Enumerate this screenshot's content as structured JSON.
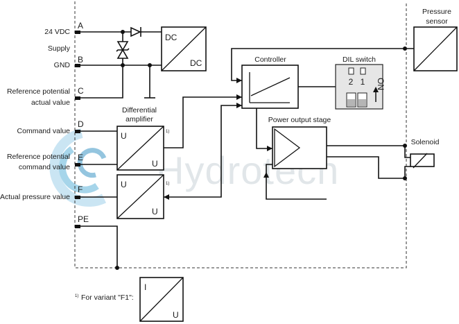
{
  "watermark": {
    "text": "Hydrotech",
    "color": "#b8c4cc",
    "swirl_color": "#5fb3d9"
  },
  "terminals": [
    {
      "letter": "A",
      "label": "24 VDC"
    },
    {
      "letter": "B",
      "label": "GND"
    },
    {
      "letter": "C",
      "label_lines": [
        "Reference potential",
        "actual value"
      ]
    },
    {
      "letter": "D",
      "label": "Command value"
    },
    {
      "letter": "E",
      "label_lines": [
        "Reference potential",
        "command value"
      ]
    },
    {
      "letter": "F",
      "label": "Actual pressure value"
    },
    {
      "letter": "PE"
    }
  ],
  "supply_label": "Supply",
  "blocks": {
    "dcdc": {
      "top": "DC",
      "bottom": "DC"
    },
    "controller": {
      "title": "Controller"
    },
    "dil_switch": {
      "title": "DIL switch",
      "positions": [
        "2",
        "1"
      ],
      "on": "ON"
    },
    "differential_amplifier": {
      "title_lines": [
        "Differential",
        "amplifier"
      ],
      "top": "U",
      "bottom": "U",
      "footnote_mark": "1)"
    },
    "amp2": {
      "top": "U",
      "bottom": "U",
      "footnote_mark": "1)"
    },
    "power_output_stage": {
      "title": "Power output stage"
    },
    "pressure_sensor": {
      "title_lines": [
        "Pressure",
        "sensor"
      ]
    },
    "solenoid": {
      "title": "Solenoid"
    }
  },
  "footnote": {
    "mark": "1)",
    "text": "For variant \"F1\":",
    "top": "I",
    "bottom": "U"
  }
}
